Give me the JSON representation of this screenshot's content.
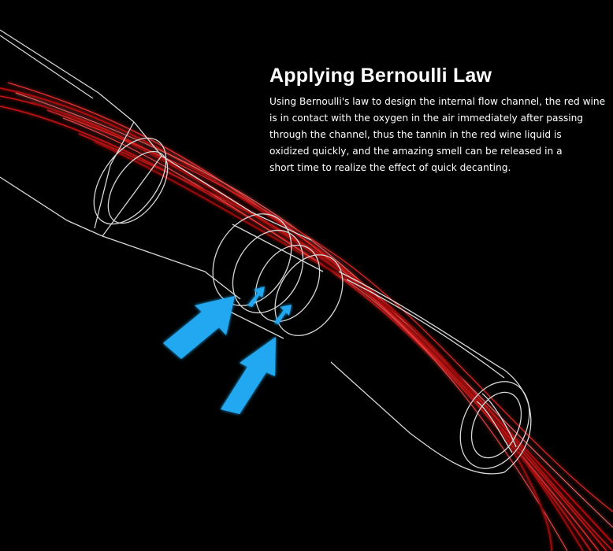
{
  "feature": {
    "headline": "Applying Bernoulli Law",
    "body_lines": [
      "Using Bernoulli's law to design the internal flow channel, the red wine",
      "is in contact with the oxygen in the air immediately after passing",
      "through the channel, thus the tannin in the red wine liquid is",
      "oxidized quickly, and the amazing smell can be released in a",
      "short time to realize the effect of quick decanting."
    ]
  },
  "illustration": {
    "subject": "wine-aerator-wireframe",
    "icons": [
      "air-intake-arrow-icon",
      "wine-stream-lines"
    ],
    "colors": {
      "background": "#000000",
      "outline": "#d8d8d8",
      "wine": "#d01818",
      "wine_highlight": "#ff6a6a",
      "air_arrow": "#22a8f0"
    }
  }
}
